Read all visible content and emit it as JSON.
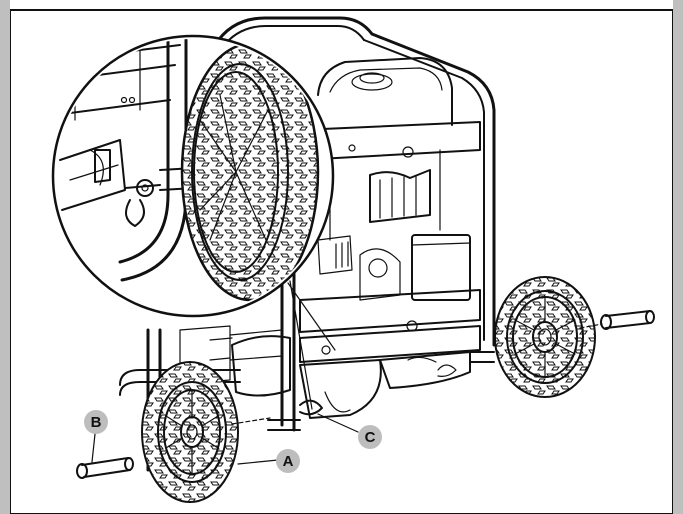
{
  "diagram": {
    "callouts": [
      {
        "id": "A",
        "label": "A",
        "part": "wheel"
      },
      {
        "id": "B",
        "label": "B",
        "part": "axle-pin"
      },
      {
        "id": "C",
        "label": "C",
        "part": "hairpin-clip"
      }
    ],
    "colors": {
      "line": "#111111",
      "callout_fill": "#bdbdbd",
      "panel": "#bfbfbf",
      "background": "#ffffff"
    }
  }
}
